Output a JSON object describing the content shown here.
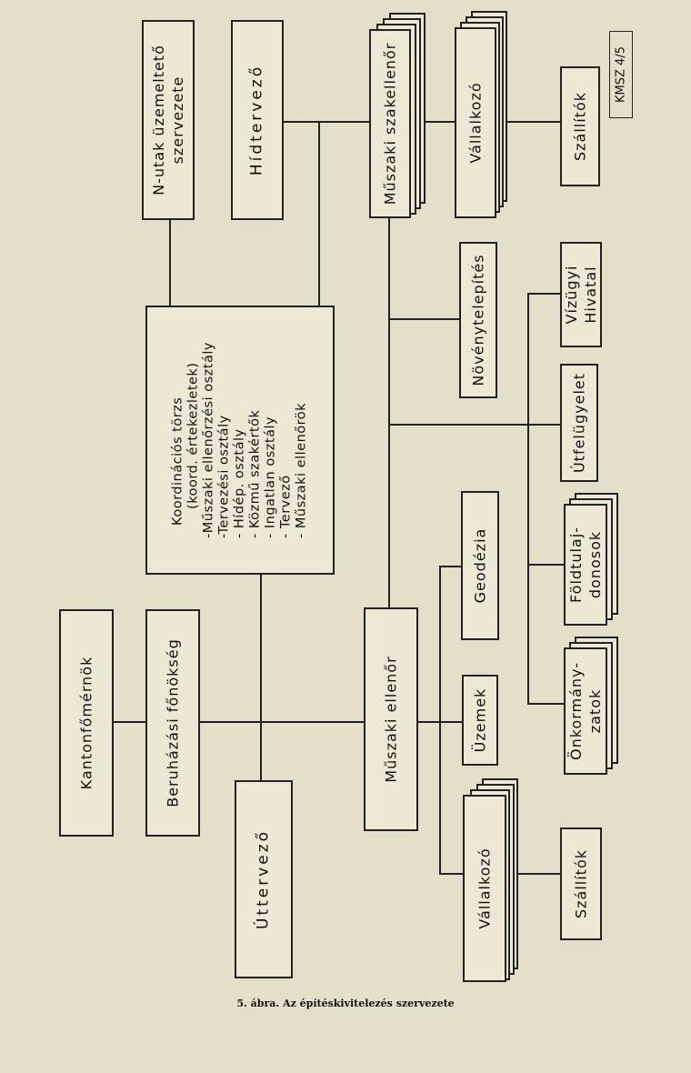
{
  "diagram": {
    "kmsz": "KMSZ 4/5",
    "boxes": {
      "n_utak": [
        "N-utak üzemeltető",
        "szervezete"
      ],
      "hidtervezo": "Hídtervező",
      "muszaki_szakellenor": "Műszaki szakellenőr",
      "vallalkozo_top": "Vállalkozó",
      "szallitok_top": "Szállítók",
      "novenytelepites": "Növénytelepítés",
      "vizugyi": [
        "Vízügyi",
        "Hivatal"
      ],
      "utfelugyelet": "Útfelügyelet",
      "foldtulajdonosok": [
        "Földtulaj-",
        "donosok"
      ],
      "onkormanyzatok": [
        "Önkormány-",
        "zatok"
      ],
      "geodezia": "Geodézia",
      "uzemek": "Üzemek",
      "muszaki_ellenor": "Műszaki ellenőr",
      "vallalkozo_bottom": "Vállalkozó",
      "szallitok_bottom": "Szállítók",
      "kantonfomernok": "Kantonfőmérnök",
      "beruhazasi": "Beruházási főnökség",
      "uttervezo": "Úttervező"
    },
    "coordination": [
      "Koordinációs törzs",
      "(koord. értekezletek)",
      "-Műszaki ellenőrzési osztály",
      "-Tervezési osztály",
      "- Hídép. osztály",
      "- Közmű szakértők",
      "- Ingatlan osztály",
      "- Tervező",
      "- Műszaki ellenőrök"
    ],
    "caption": "5. ábra. Az építéskivitelezés szervezete"
  }
}
